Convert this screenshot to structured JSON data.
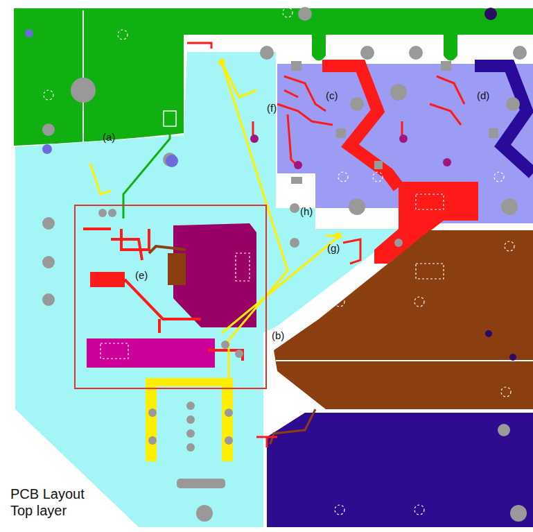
{
  "diagram": {
    "caption": "PCB Layout Top layer",
    "nodes": [
      {
        "text": [
          "(e)"
        ]
      }
    ],
    "labels": [
      "(a)",
      "(b)",
      "(c)",
      "(d)",
      "(f)",
      "(g)",
      "(h)"
    ]
  }
}
